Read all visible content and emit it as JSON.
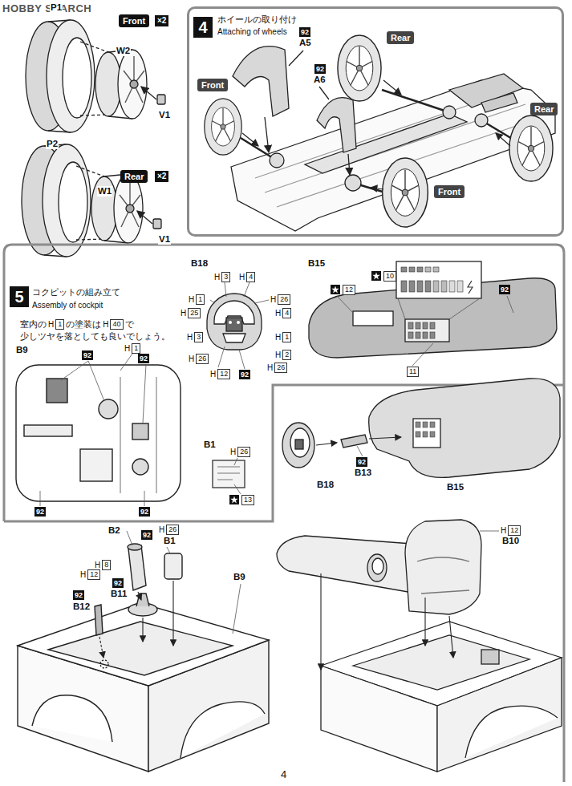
{
  "diagram": {
    "nodes": [
      {
        "text": [
          "Front"
        ]
      },
      {
        "text": [
          "Rear"
        ]
      },
      {
        "text": [
          "ホイールの取り付け",
          "Attaching of wheels"
        ]
      },
      {
        "text": [
          "4"
        ],
        "in": 2
      },
      {
        "text": [
          "Rear"
        ],
        "in": 2
      },
      {
        "text": [
          "Front"
        ],
        "in": 2
      },
      {
        "text": [
          "Rear"
        ],
        "in": 2
      },
      {
        "text": [
          "Front"
        ],
        "in": 2
      },
      {
        "text": [
          "コクピットの組み立て",
          "Assembly of cockpit"
        ]
      },
      {
        "text": [
          "5"
        ],
        "in": 8
      }
    ],
    "labels": [
      "HOBBY SEARCH",
      "P1",
      "×2",
      "W2",
      "V1",
      "P2",
      "×2",
      "W1",
      "V1",
      "92",
      "A5",
      "92",
      "A6",
      "室内の",
      "H",
      "1",
      "の塗装は",
      "H",
      "40",
      "で",
      "少しツヤを落としても良いでしょう。",
      "B18",
      "H",
      "3",
      "H",
      "4",
      "H",
      "1",
      "H",
      "26",
      "H",
      "25",
      "H",
      "4",
      "H",
      "3",
      "H",
      "1",
      "H",
      "2",
      "H",
      "26",
      "H",
      "26",
      "H",
      "12",
      "92",
      "B15",
      "12",
      "10",
      "92",
      "11",
      "B9",
      "92",
      "H",
      "1",
      "92",
      "92",
      "92",
      "B1",
      "H",
      "26",
      "13",
      "B2",
      "92",
      "H",
      "26",
      "B1",
      "H",
      "8",
      "H",
      "12",
      "92",
      "B11",
      "92",
      "B12",
      "B9",
      "B18",
      "92",
      "B13",
      "B15",
      "H",
      "12",
      "B10",
      "4"
    ]
  }
}
